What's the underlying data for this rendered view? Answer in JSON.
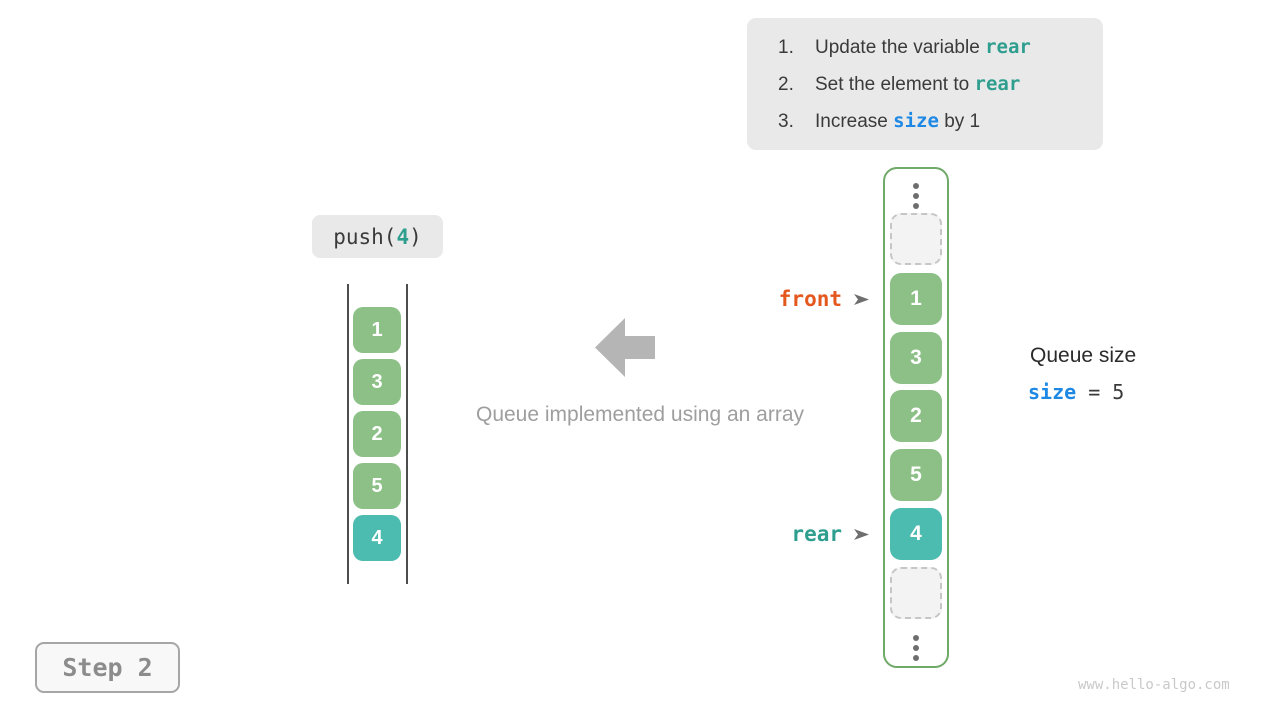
{
  "colors": {
    "cell_green": "#8cc086",
    "cell_teal": "#4cbbb0",
    "array_border_green": "#6faa68",
    "code_teal": "#2e9e8f",
    "code_blue": "#1e88e5",
    "pointer_orange": "#e4571d",
    "gray_block_arrow": "#b5b5b5",
    "instruction_box_bg": "#e9e9e9"
  },
  "instructions": {
    "items": [
      {
        "number": "1.",
        "text_before": "Update the variable ",
        "code": "rear",
        "text_after": ""
      },
      {
        "number": "2.",
        "text_before": "Set the element to ",
        "code": "rear",
        "text_after": ""
      },
      {
        "number": "3.",
        "text_before": "Increase ",
        "code": "size",
        "text_after": " by 1"
      }
    ]
  },
  "operation": {
    "prefix": "push(",
    "argument": "4",
    "suffix": ")"
  },
  "left_queue": {
    "values": [
      "1",
      "3",
      "2",
      "5",
      "4"
    ]
  },
  "array_column": {
    "cells": [
      "1",
      "3",
      "2",
      "5",
      "4"
    ]
  },
  "pointers": {
    "front": "front",
    "rear": "rear"
  },
  "caption": "Queue implemented using an array",
  "size_panel": {
    "title": "Queue size",
    "variable": "size",
    "equals_value": " = 5"
  },
  "step_badge": "Step 2",
  "watermark": "www.hello-algo.com",
  "icons": {
    "ellipsis_icon": "vertical three dots",
    "pointer-arrow-icon": "small right-pointing cursor triangle",
    "left-block-arrow-icon": "large gray block arrow pointing left"
  }
}
